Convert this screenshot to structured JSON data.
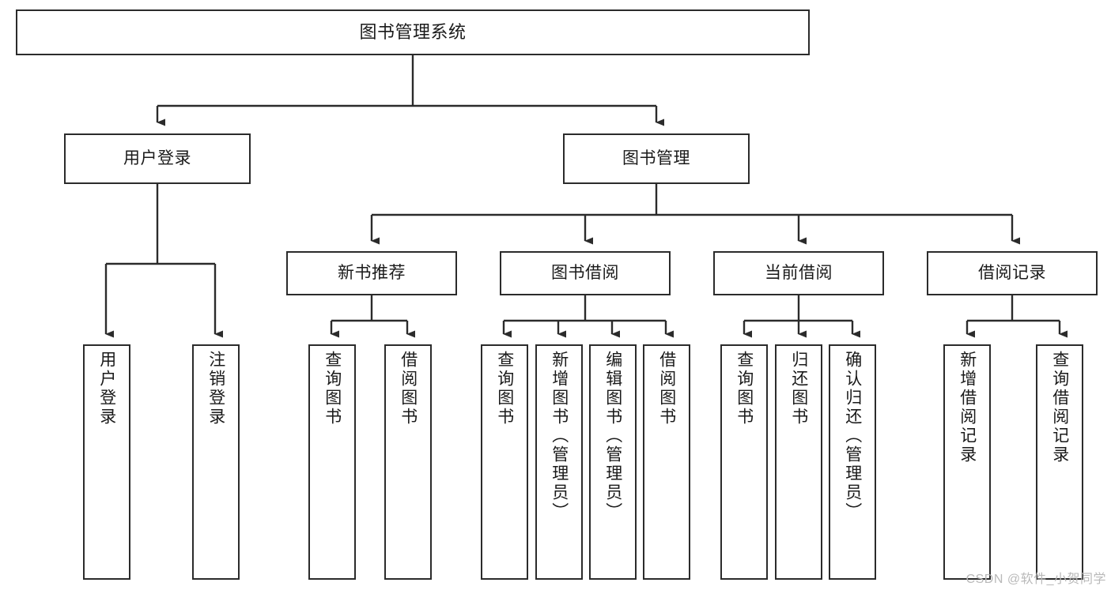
{
  "diagram": {
    "title": "图书管理系统",
    "type": "tree",
    "watermark": "CSDN @软件_小贺同学",
    "colors": {
      "box_border": "#2b2b2b",
      "box_fill": "#ffffff",
      "edge": "#2b2b2b",
      "text": "#1a1a1a",
      "watermark": "#b9b9b9"
    },
    "root": {
      "id": "root",
      "label": "图书管理系统"
    },
    "level2": [
      {
        "id": "user-login",
        "label": "用户登录"
      },
      {
        "id": "book-manage",
        "label": "图书管理"
      }
    ],
    "level3": [
      {
        "id": "new-book-recommend",
        "label": "新书推荐",
        "parent": "book-manage"
      },
      {
        "id": "book-borrow",
        "label": "图书借阅",
        "parent": "book-manage"
      },
      {
        "id": "current-borrow",
        "label": "当前借阅",
        "parent": "book-manage"
      },
      {
        "id": "borrow-record",
        "label": "借阅记录",
        "parent": "book-manage"
      }
    ],
    "leaves": {
      "user_login": [
        {
          "id": "leaf-user-login",
          "label": "用户登录"
        },
        {
          "id": "leaf-logout-login",
          "label": "注销登录"
        }
      ],
      "new_book_recommend": [
        {
          "id": "leaf-query-book-1",
          "label": "查询图书"
        },
        {
          "id": "leaf-borrow-book-1",
          "label": "借阅图书"
        }
      ],
      "book_borrow": [
        {
          "id": "leaf-query-book-2",
          "label": "查询图书"
        },
        {
          "id": "leaf-add-book",
          "label": "新增图书（管理员）"
        },
        {
          "id": "leaf-edit-book",
          "label": "编辑图书（管理员）"
        },
        {
          "id": "leaf-borrow-book-2",
          "label": "借阅图书"
        }
      ],
      "current_borrow": [
        {
          "id": "leaf-query-book-3",
          "label": "查询图书"
        },
        {
          "id": "leaf-return-book",
          "label": "归还图书"
        },
        {
          "id": "leaf-confirm-return",
          "label": "确认归还（管理员）"
        }
      ],
      "borrow_record": [
        {
          "id": "leaf-add-record",
          "label": "新增借阅记录"
        },
        {
          "id": "leaf-query-record",
          "label": "查询借阅记录"
        }
      ]
    }
  }
}
